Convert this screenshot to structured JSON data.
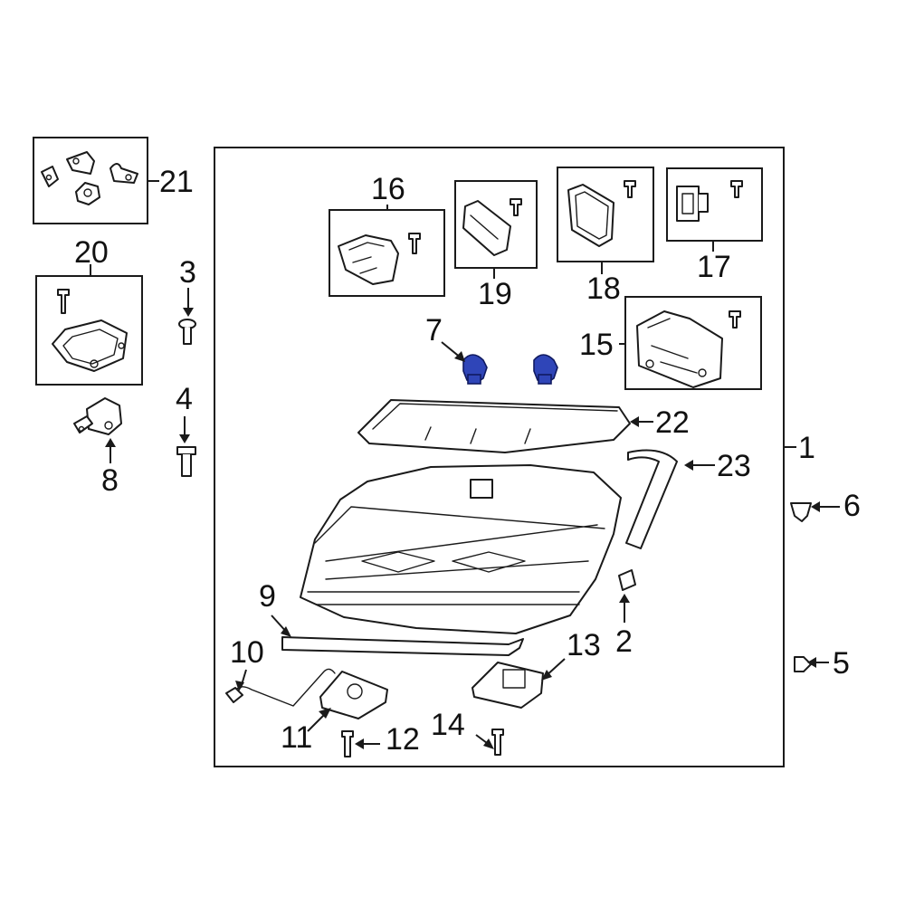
{
  "diagram": {
    "highlight_color": "#2f45b8",
    "line_color": "#1a1a1a",
    "callouts": {
      "c1": "1",
      "c2": "2",
      "c3": "3",
      "c4": "4",
      "c5": "5",
      "c6": "6",
      "c7": "7",
      "c8": "8",
      "c9": "9",
      "c10": "10",
      "c11": "11",
      "c12": "12",
      "c13": "13",
      "c14": "14",
      "c15": "15",
      "c16": "16",
      "c17": "17",
      "c18": "18",
      "c19": "19",
      "c20": "20",
      "c21": "21",
      "c22": "22",
      "c23": "23"
    },
    "highlighted_parts": [
      "7"
    ]
  }
}
